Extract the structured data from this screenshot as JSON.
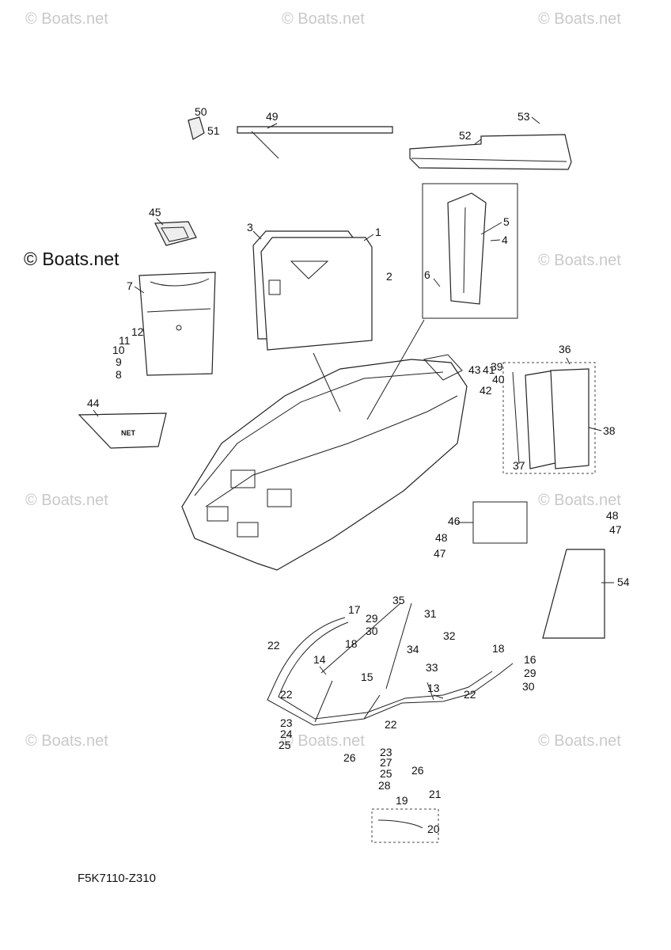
{
  "watermark": "© Boats.net",
  "diagram_code": "F5K7110-Z310",
  "net_label": "NET",
  "callouts": [
    "1",
    "2",
    "3",
    "4",
    "5",
    "6",
    "7",
    "8",
    "9",
    "10",
    "11",
    "12",
    "13",
    "14",
    "15",
    "16",
    "17",
    "18",
    "19",
    "20",
    "21",
    "22",
    "23",
    "24",
    "25",
    "26",
    "27",
    "28",
    "29",
    "30",
    "31",
    "32",
    "33",
    "34",
    "35",
    "36",
    "37",
    "38",
    "39",
    "40",
    "41",
    "42",
    "43",
    "44",
    "45",
    "46",
    "47",
    "48",
    "49",
    "50",
    "51",
    "52",
    "53",
    "54"
  ]
}
